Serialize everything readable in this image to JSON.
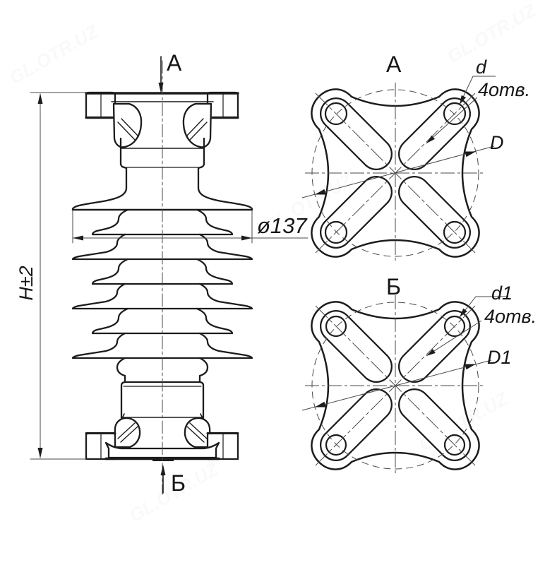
{
  "front": {
    "section_top": "А",
    "section_bottom": "Б",
    "height_dim": "H±2",
    "diameter_dim": "ø137"
  },
  "view_a": {
    "label": "А",
    "hole_dia": "d",
    "holes_note": "4отв.",
    "bolt_circle": "D"
  },
  "view_b": {
    "label": "Б",
    "hole_dia": "d1",
    "holes_note": "4отв.",
    "bolt_circle": "D1"
  },
  "watermark": {
    "text": "GL.OTR.UZ"
  },
  "colors": {
    "line": "#1c1c1c",
    "thin": "#4a4a4a",
    "background": "#ffffff"
  }
}
